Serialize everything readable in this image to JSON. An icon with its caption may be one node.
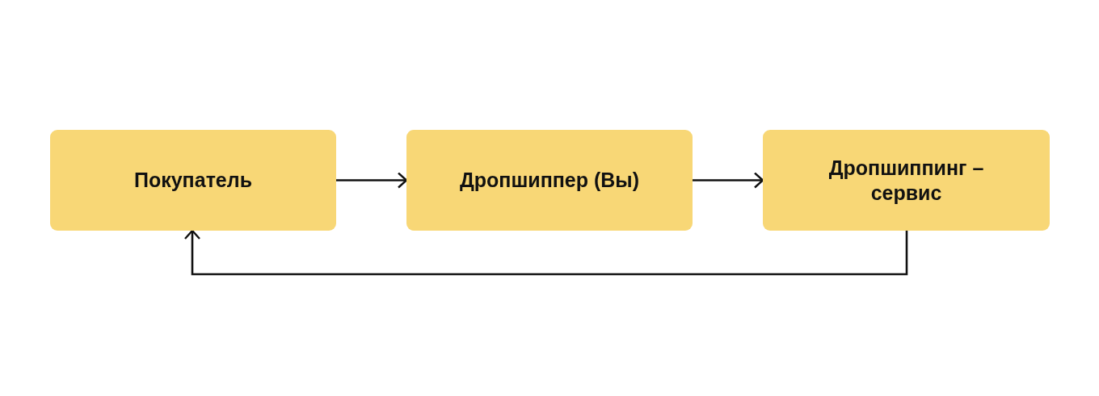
{
  "diagram": {
    "nodes": [
      {
        "text": [
          "Покупатель"
        ]
      },
      {
        "text": [
          "Дропшиппер (Вы)"
        ]
      },
      {
        "text": [
          "Дропшиппинг – сервис"
        ]
      }
    ],
    "edges": [
      {
        "from": 0,
        "to": 1,
        "arrow": "to"
      },
      {
        "from": 1,
        "to": 2,
        "arrow": "to"
      },
      {
        "from": 2,
        "to": 0,
        "arrow": "to"
      }
    ]
  }
}
